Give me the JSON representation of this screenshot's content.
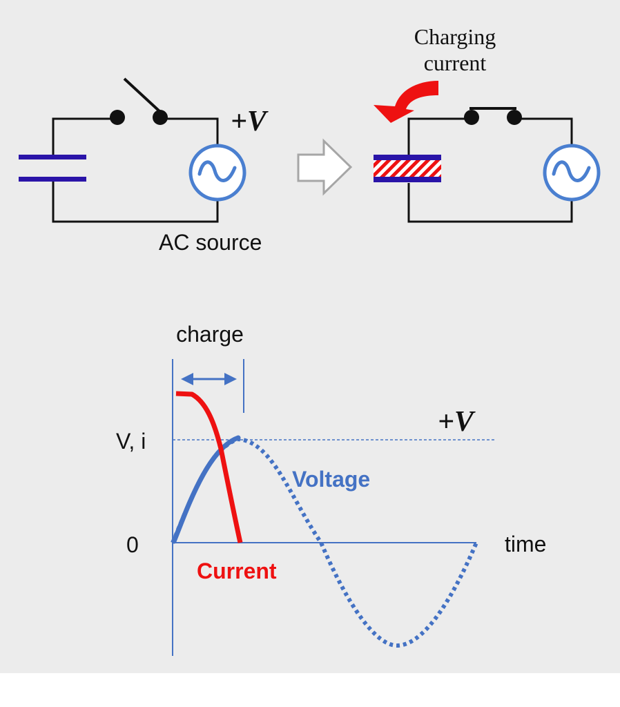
{
  "colors": {
    "background": "#ececec",
    "wire": "#111111",
    "capacitor": "#2a14a8",
    "source": "#4a7fd0",
    "voltage": "#4472c4",
    "current": "#ee1111",
    "axis": "#4472c4",
    "arrow_outline": "#a6a6a6"
  },
  "icons": {
    "ac_source": "sine-wave-circle-icon",
    "transition": "outline-right-arrow-icon",
    "charging_flow": "curved-red-arrow-icon"
  },
  "circuit_left": {
    "voltage_label": "+V",
    "source_label": "AC source",
    "switch_state": "open"
  },
  "circuit_right": {
    "charging_label_line1": "Charging",
    "charging_label_line2": "current",
    "switch_state": "closed"
  },
  "graph": {
    "charge_label": "charge",
    "y_axis_label": "V, i",
    "zero_label": "0",
    "x_axis_label": "time",
    "level_label": "+V",
    "voltage_label": "Voltage",
    "current_label": "Current"
  }
}
